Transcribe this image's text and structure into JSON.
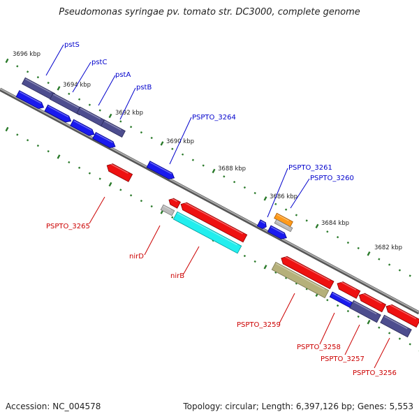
{
  "title": "Pseudomonas syringae pv. tomato str. DC3000, complete genome",
  "accession_label": "Accession: NC_004578",
  "topology_label": "Topology: circular; Length: 6,397,126 bp; Genes: 5,553",
  "colors": {
    "forward_label": "#0000cc",
    "reverse_label": "#cc0000",
    "backbone": "#888888",
    "tick": "#2a7a2a"
  },
  "kbp_labels": [
    "3696 kbp",
    "3694 kbp",
    "3692 kbp",
    "3690 kbp",
    "3688 kbp",
    "3686 kbp",
    "3684 kbp",
    "3682 kbp"
  ],
  "forward_gene_labels": [
    "pstS",
    "pstC",
    "pstA",
    "pstB",
    "PSPTO_3264",
    "PSPTO_3261",
    "PSPTO_3260"
  ],
  "reverse_gene_labels": [
    "PSPTO_3265",
    "nirD",
    "nirB",
    "PSPTO_3259",
    "PSPTO_3258",
    "PSPTO_3257",
    "PSPTO_3256"
  ]
}
